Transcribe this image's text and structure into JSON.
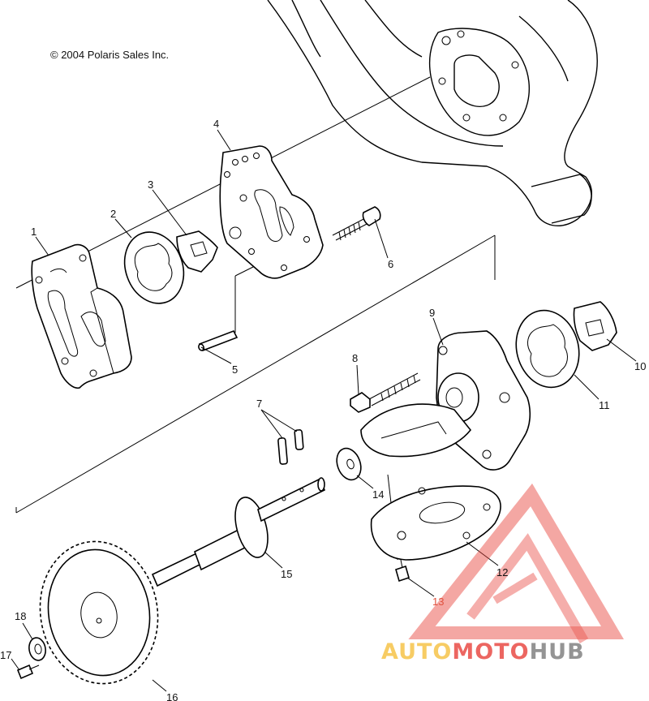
{
  "copyright": "© 2004 Polaris Sales Inc.",
  "callouts": [
    {
      "id": "1",
      "label": "1"
    },
    {
      "id": "2",
      "label": "2"
    },
    {
      "id": "3",
      "label": "3"
    },
    {
      "id": "4",
      "label": "4"
    },
    {
      "id": "5",
      "label": "5"
    },
    {
      "id": "6",
      "label": "6"
    },
    {
      "id": "7",
      "label": "7"
    },
    {
      "id": "8",
      "label": "8"
    },
    {
      "id": "9",
      "label": "9"
    },
    {
      "id": "10",
      "label": "10"
    },
    {
      "id": "11",
      "label": "11"
    },
    {
      "id": "12",
      "label": "12"
    },
    {
      "id": "13",
      "label": "13"
    },
    {
      "id": "14",
      "label": "14"
    },
    {
      "id": "15",
      "label": "15"
    },
    {
      "id": "16",
      "label": "16"
    },
    {
      "id": "17",
      "label": "17"
    },
    {
      "id": "18",
      "label": "18"
    }
  ],
  "watermark": {
    "part1": "AUTO",
    "part2": "MOTO",
    "part3": "HUB",
    "color_light": "#f6c44a",
    "color_red": "#e8413a",
    "color_dark": "#7a7a7a"
  }
}
